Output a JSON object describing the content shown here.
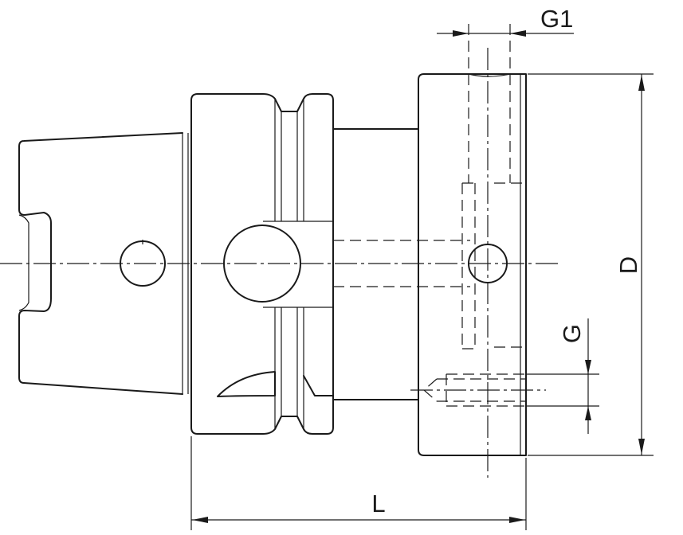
{
  "dimensions": {
    "g1": "G1",
    "d": "D",
    "g": "G",
    "l": "L"
  }
}
